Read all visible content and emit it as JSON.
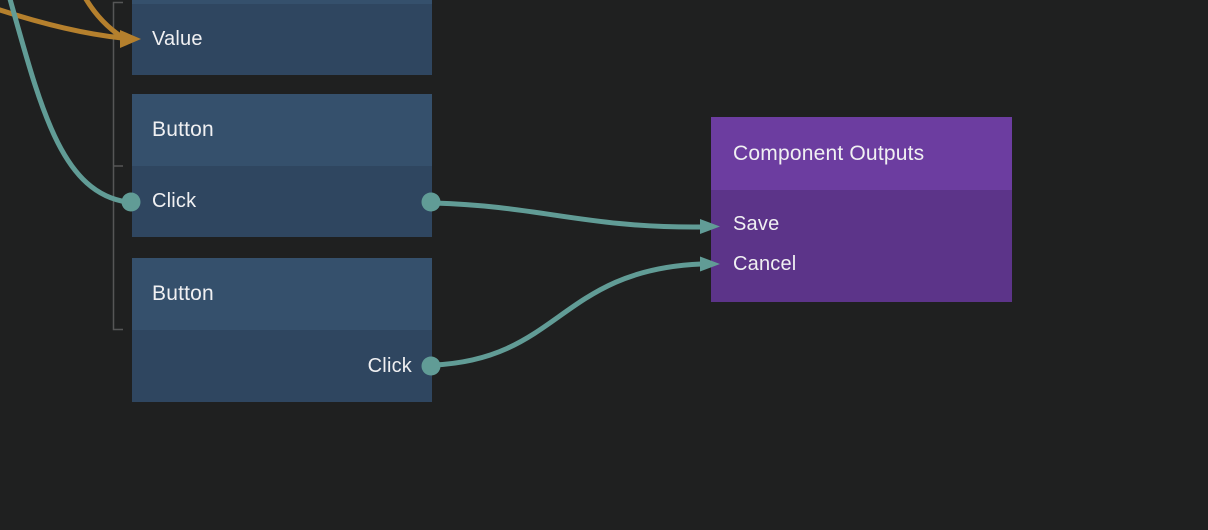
{
  "app": {
    "view": "node-editor-canvas"
  },
  "colors": {
    "background": "#1f2020",
    "node_header_blue": "#35506c",
    "node_body_blue": "#2f4660",
    "node_header_purple": "#6c3da0",
    "node_body_purple": "#5c3489",
    "wire_teal": "#619c96",
    "wire_orange": "#b5802d",
    "guide_gray": "#565656",
    "text": "#f0f0f2"
  },
  "nodes": {
    "value": {
      "label": "Value"
    },
    "button1": {
      "title": "Button",
      "output": "Click"
    },
    "button2": {
      "title": "Button",
      "output": "Click"
    },
    "component_outputs": {
      "title": "Component Outputs",
      "inputs": [
        "Save",
        "Cancel"
      ]
    }
  },
  "connections": [
    {
      "from": "button1.Click",
      "to": "component_outputs.Save",
      "color": "#619c96"
    },
    {
      "from": "button2.Click",
      "to": "component_outputs.Cancel",
      "color": "#619c96"
    },
    {
      "from": "offscreen-top-left",
      "to": "button1.Click",
      "color": "#619c96"
    },
    {
      "from": "offscreen-top-left",
      "to": "value.Value",
      "color": "#b5802d",
      "strands": 2
    }
  ]
}
